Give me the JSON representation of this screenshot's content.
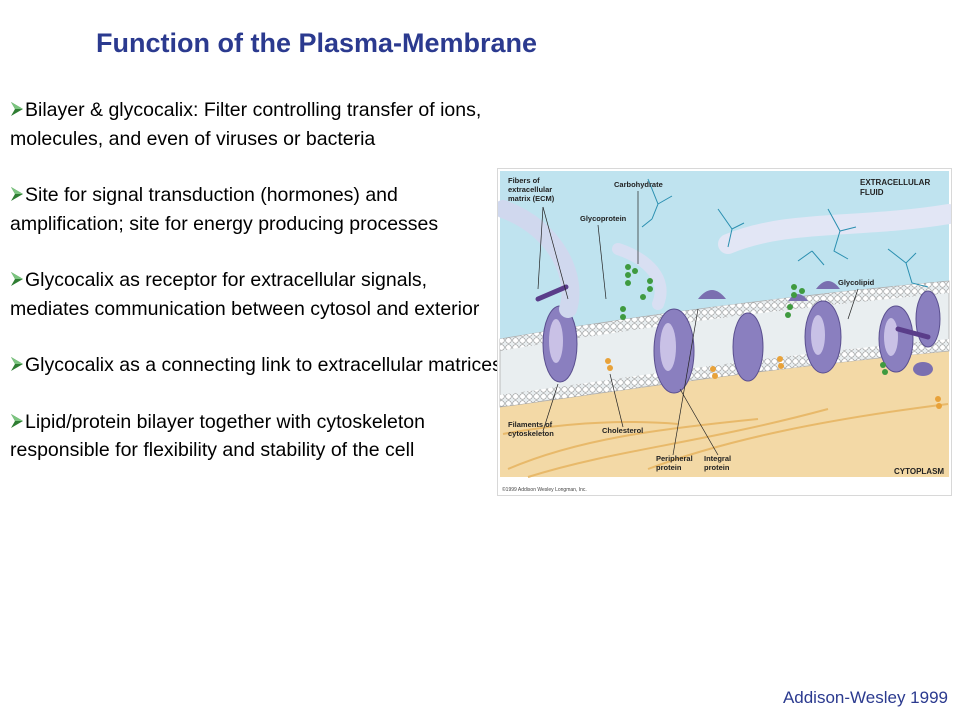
{
  "title": "Function of the Plasma-Membrane",
  "bullets": [
    "Bilayer & glycocalix: Filter controlling transfer of ions, molecules, and even of viruses or bacteria",
    "Site for signal transduction (hormones) and amplification; site for energy producing processes",
    "Glycocalix as receptor for extracellular signals, mediates communication between cytosol and exterior",
    "Glycocalix as a connecting link to extracellular matrices",
    "Lipid/protein bilayer together with cytoskeleton responsible for flexibility and stability of the cell"
  ],
  "bullet_icon": "green-arrow-bullet-icon",
  "figure": {
    "labels": {
      "fibers": "Fibers of extracellular matrix (ECM)",
      "carbohydrate": "Carbohydrate",
      "glycoprotein": "Glycoprotein",
      "extracellular": "EXTRACELLULAR FLUID",
      "glycolipid": "Glycolipid",
      "filaments": "Filaments of cytoskeleton",
      "cholesterol": "Cholesterol",
      "peripheral": "Peripheral protein",
      "integral": "Integral protein",
      "cytoplasm": "CYTOPLASM",
      "copyright": "©1999 Addison Wesley Longman, Inc."
    }
  },
  "credit": "Addison-Wesley 1999",
  "colors": {
    "title": "#2b3a8f",
    "bullet_arrow": "#2e7d32",
    "fluid": "#bfe3ef",
    "cytoplasm": "#f3d9a6",
    "protein": "#8a7fbf",
    "carbohydrate": "#3f9a3f",
    "ecm_fiber": "#2a8fb0"
  }
}
